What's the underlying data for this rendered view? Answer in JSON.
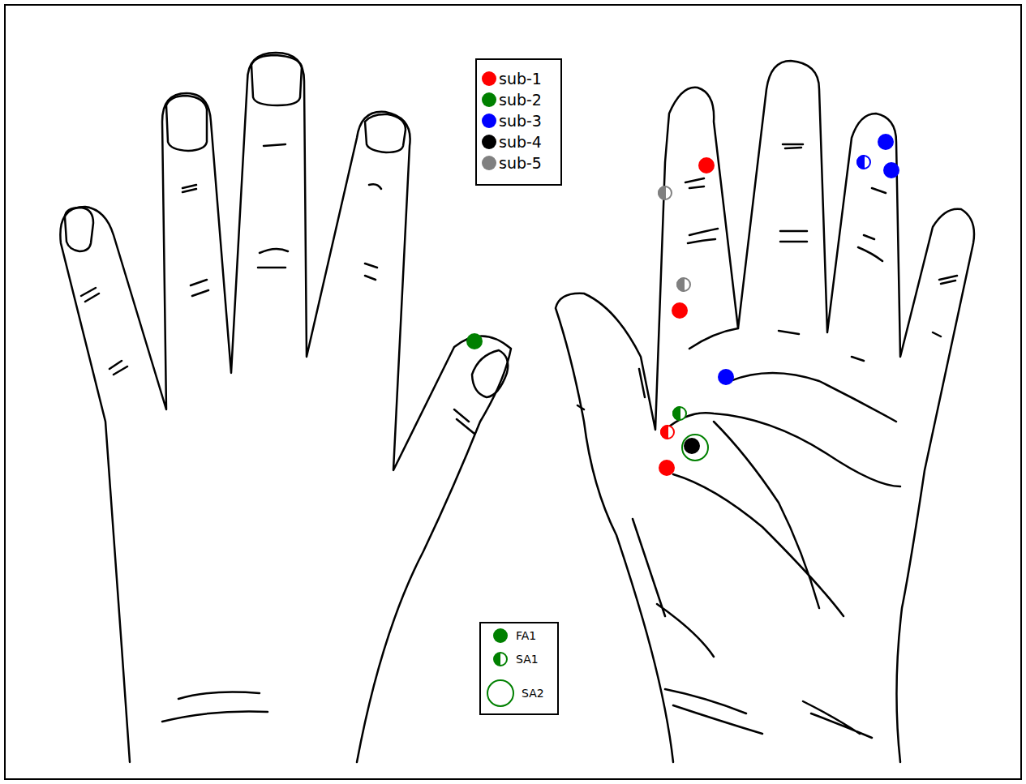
{
  "diagram": {
    "legend": [
      {
        "text": "sub-1",
        "color": "#ff0000"
      },
      {
        "text": "sub-2",
        "color": "#008000"
      },
      {
        "text": "sub-3",
        "color": "#0000ff"
      },
      {
        "text": "sub-4",
        "color": "#000000"
      },
      {
        "text": "sub-5",
        "color": "#808080"
      },
      {
        "text": "FA1"
      },
      {
        "text": "SA1"
      },
      {
        "text": "SA2"
      }
    ]
  }
}
